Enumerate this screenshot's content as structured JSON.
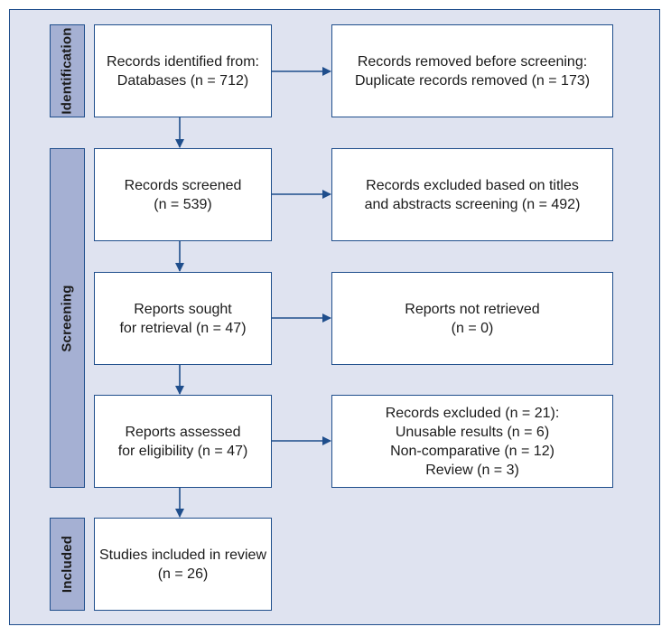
{
  "stages": {
    "identification": "Identification",
    "screening": "Screening",
    "included": "Included"
  },
  "boxes": {
    "identified": [
      "Records identified from:",
      "Databases (n = 712)"
    ],
    "removed": [
      "Records removed before screening:",
      "Duplicate records removed (n = 173)"
    ],
    "screened": [
      "Records screened",
      "(n = 539)"
    ],
    "excluded_titles": [
      "Records excluded based on titles",
      "and abstracts screening (n = 492)"
    ],
    "sought": [
      "Reports sought",
      "for retrieval (n = 47)"
    ],
    "not_retrieved": [
      "Reports not retrieved",
      "(n = 0)"
    ],
    "assessed": [
      "Reports assessed",
      "for eligibility (n = 47)"
    ],
    "excluded_reports": [
      "Records excluded (n = 21):",
      "Unusable results (n = 6)",
      "Non-comparative (n = 12)",
      "Review (n = 3)"
    ],
    "included": [
      "Studies included in review",
      "(n = 26)"
    ]
  },
  "colors": {
    "background": "#dfe3f0",
    "stage_fill": "#a5b0d3",
    "border": "#1f4e8c",
    "arrow": "#1f4e8c"
  }
}
